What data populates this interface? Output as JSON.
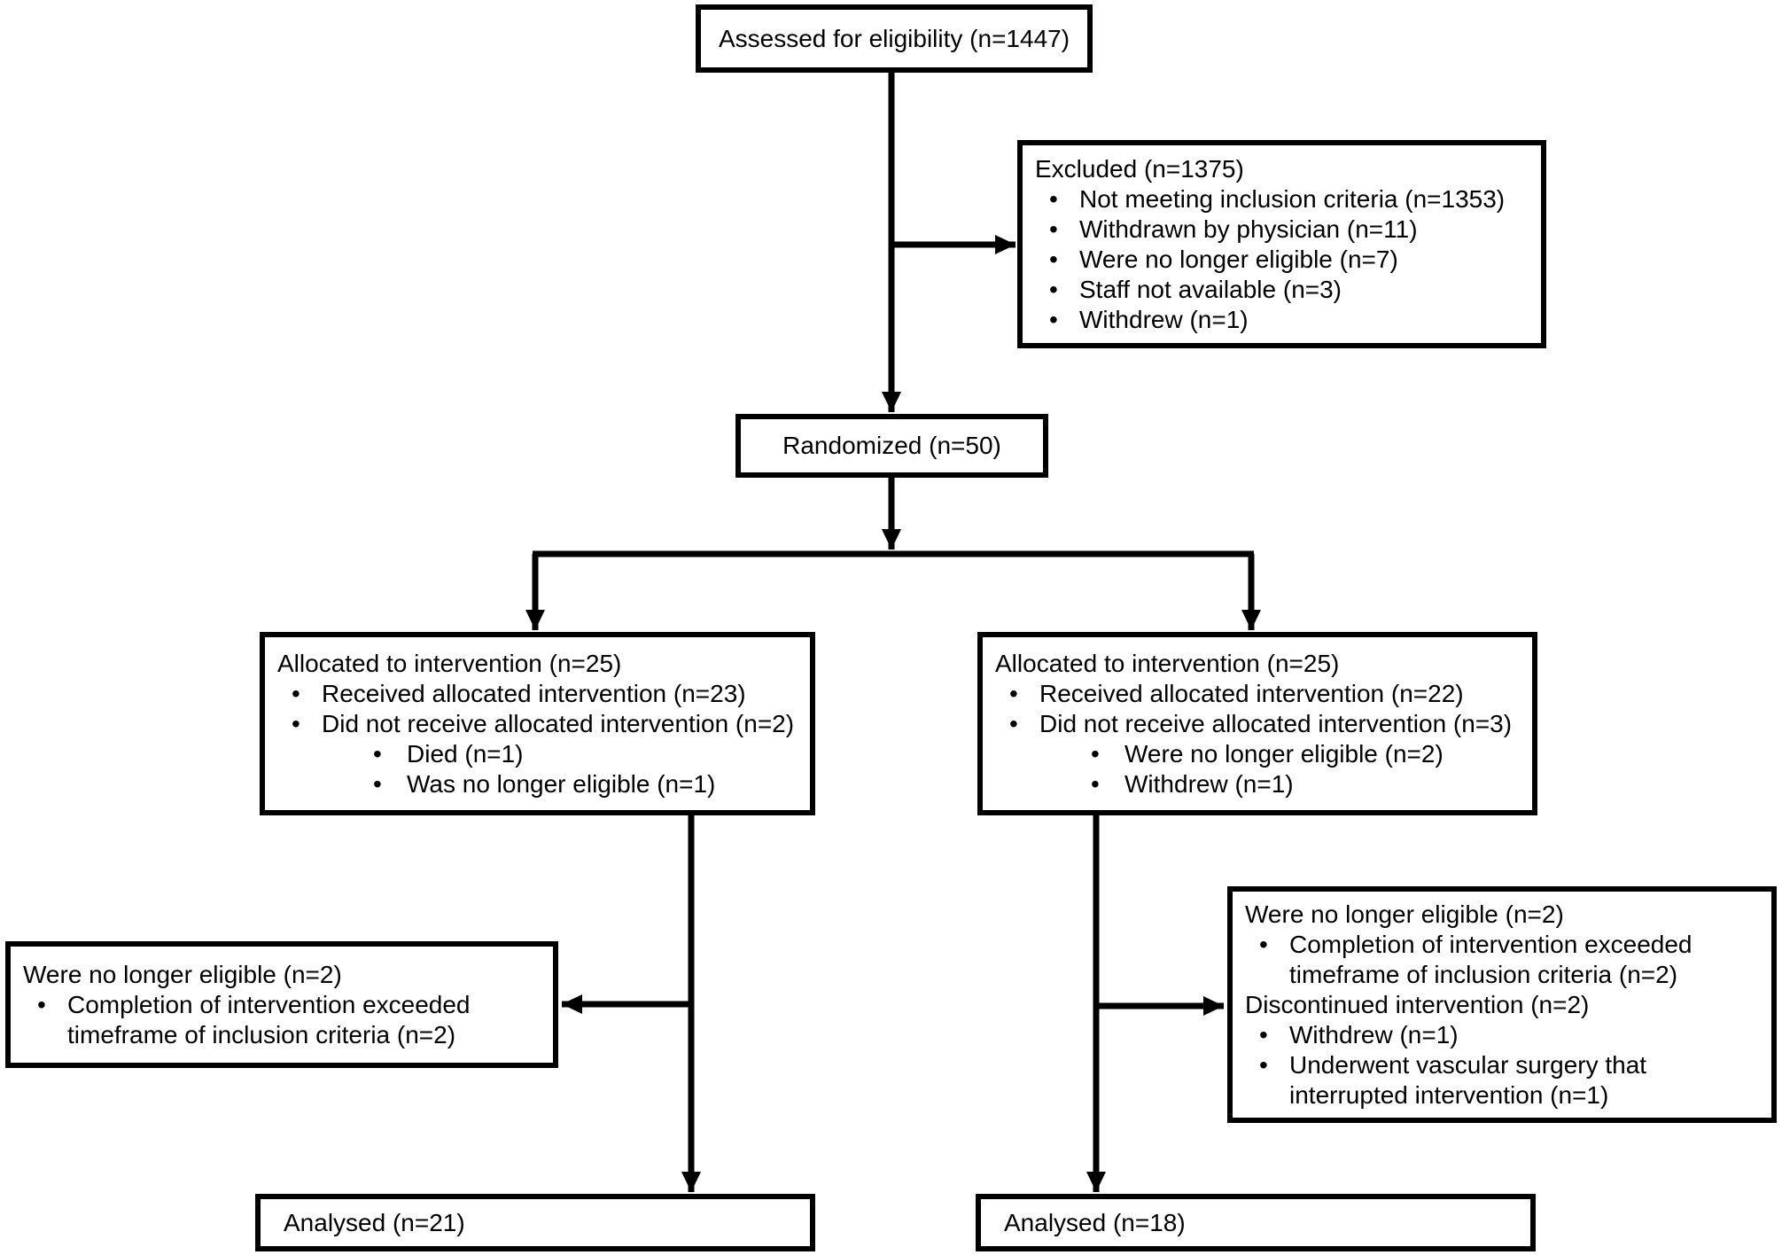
{
  "diagram_type": "consort-flow-diagram",
  "colors": {
    "box_border": "#000000",
    "box_background": "#ffffff",
    "text": "#000000",
    "arrow": "#000000",
    "page_background": "#ffffff"
  },
  "boxes": {
    "assessed": {
      "text": "Assessed for eligibility (n=1447)"
    },
    "excluded": {
      "header": "Excluded (n=1375)",
      "bullets": [
        "Not meeting inclusion criteria (n=1353)",
        "Withdrawn by physician (n=11)",
        "Were no longer eligible (n=7)",
        "Staff not available (n=3)",
        "Withdrew (n=1)"
      ]
    },
    "randomized": {
      "text": "Randomized (n=50)"
    },
    "alloc_left": {
      "header": "Allocated to intervention (n=25)",
      "bullets": [
        "Received allocated intervention (n=23)",
        "Did not receive allocated intervention (n=2)"
      ],
      "sub_bullets": [
        "Died (n=1)",
        "Was no longer eligible (n=1)"
      ]
    },
    "alloc_right": {
      "header": "Allocated to intervention (n=25)",
      "bullets": [
        "Received allocated intervention (n=22)",
        "Did not receive allocated intervention (n=3)"
      ],
      "sub_bullets": [
        "Were no longer eligible (n=2)",
        "Withdrew (n=1)"
      ]
    },
    "side_left": {
      "header": "Were no longer eligible (n=2)",
      "bullets": [
        "Completion of intervention exceeded timeframe of inclusion criteria (n=2)"
      ]
    },
    "side_right": {
      "header": "Were no longer eligible (n=2)",
      "bullets": [
        "Completion of intervention exceeded timeframe of inclusion criteria (n=2)"
      ],
      "header2": "Discontinued intervention (n=2)",
      "bullets2": [
        "Withdrew (n=1)",
        "Underwent vascular surgery that interrupted intervention (n=1)"
      ]
    },
    "analysed_left": {
      "text": "Analysed (n=21)"
    },
    "analysed_right": {
      "text": "Analysed (n=18)"
    }
  }
}
